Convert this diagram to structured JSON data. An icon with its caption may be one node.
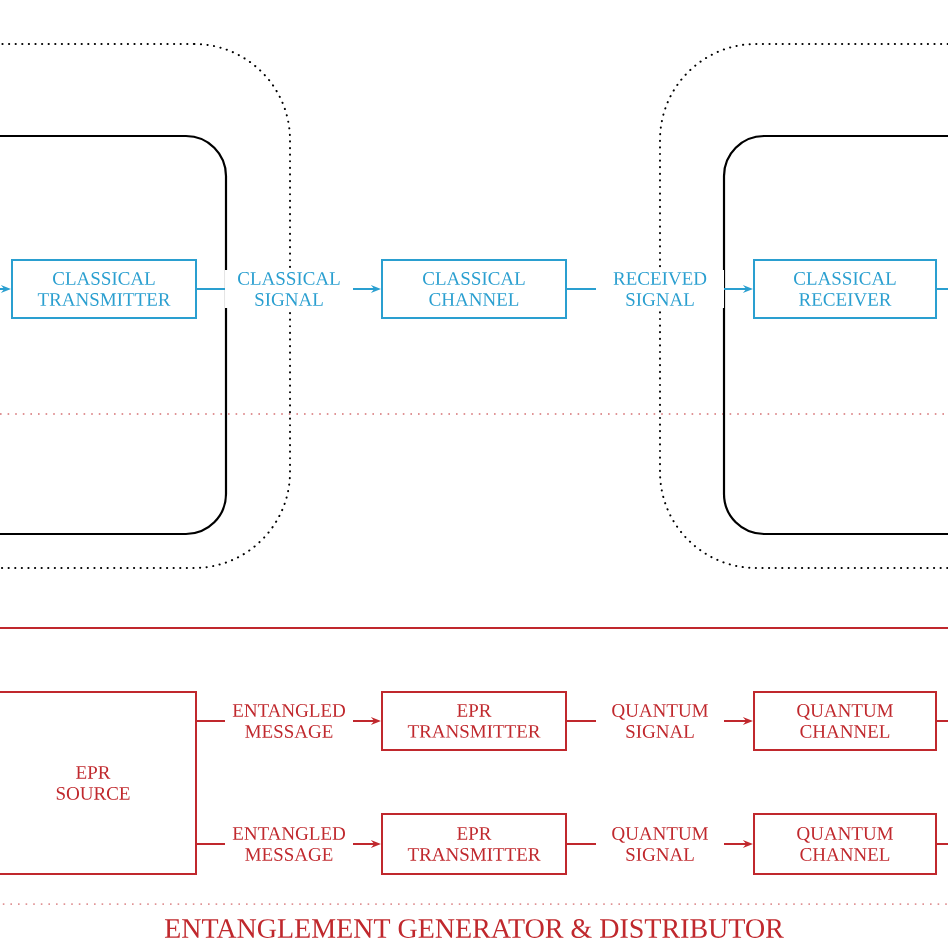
{
  "diagram": {
    "nodes": [
      {
        "text": [],
        "shape": "box"
      },
      {
        "text": [],
        "shape": "box",
        "in": 0
      },
      {
        "text": [
          "CLASSICAL TRANSMITTER"
        ],
        "in": 1
      },
      {
        "text": [
          "CLASSICAL CHANNEL"
        ]
      },
      {
        "text": [],
        "shape": "box"
      },
      {
        "text": [],
        "shape": "box",
        "in": 4
      },
      {
        "text": [
          "CLASSICAL RECEIVER"
        ],
        "in": 5
      },
      {
        "text": [
          "ENTANGLEMENT GENERATOR & DISTRIBUTOR"
        ]
      },
      {
        "text": [
          "EPR SOURCE"
        ],
        "in": 7
      },
      {
        "text": [
          "EPR TRANSMITTER"
        ],
        "in": 7
      },
      {
        "text": [
          "QUANTUM CHANNEL"
        ],
        "in": 7
      },
      {
        "text": [
          "EPR TRANSMITTER"
        ],
        "in": 7
      },
      {
        "text": [
          "QUANTUM CHANNEL"
        ],
        "in": 7
      }
    ],
    "edges": [
      {
        "from": null,
        "to": 2,
        "arrow": "to",
        "color": "#2a9fd0"
      },
      {
        "from": 2,
        "to": 3,
        "arrow": "to",
        "label": "CLASSICAL SIGNAL",
        "color": "#2a9fd0"
      },
      {
        "from": 3,
        "to": 6,
        "arrow": "to",
        "label": "RECEIVED SIGNAL",
        "color": "#2a9fd0"
      },
      {
        "from": 6,
        "to": null,
        "arrow": "none",
        "color": "#2a9fd0"
      },
      {
        "from": 8,
        "to": 9,
        "arrow": "to",
        "label": "ENTANGLED MESSAGE"
      },
      {
        "from": 9,
        "to": 10,
        "arrow": "to",
        "label": "QUANTUM SIGNAL"
      },
      {
        "from": 10,
        "to": null,
        "arrow": "none"
      },
      {
        "from": 8,
        "to": 11,
        "arrow": "to",
        "label": "ENTANGLED MESSAGE"
      },
      {
        "from": 11,
        "to": 12,
        "arrow": "to",
        "label": "QUANTUM SIGNAL"
      },
      {
        "from": 12,
        "to": null,
        "arrow": "none"
      }
    ]
  }
}
